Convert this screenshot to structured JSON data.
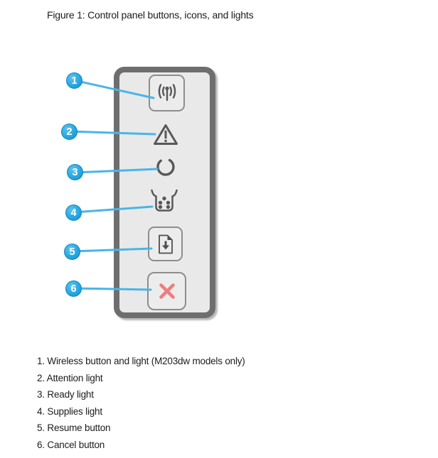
{
  "figure": {
    "title": "Figure 1: Control panel buttons, icons, and lights"
  },
  "callouts": [
    {
      "number": "1",
      "icon": "wireless-icon",
      "target": "wireless-button",
      "legend": "1. Wireless button and light (M203dw models only)"
    },
    {
      "number": "2",
      "icon": "attention-icon",
      "target": "attention-light",
      "legend": "2. Attention light"
    },
    {
      "number": "3",
      "icon": "ready-icon",
      "target": "ready-light",
      "legend": "3. Ready light"
    },
    {
      "number": "4",
      "icon": "supplies-icon",
      "target": "supplies-light",
      "legend": "4. Supplies light"
    },
    {
      "number": "5",
      "icon": "resume-icon",
      "target": "resume-button",
      "legend": "5. Resume button"
    },
    {
      "number": "6",
      "icon": "cancel-icon",
      "target": "cancel-button",
      "legend": "6. Cancel button"
    }
  ],
  "colors": {
    "callout_blue": "#27a8e0",
    "line_blue": "#49b5e8",
    "panel_border": "#6e6e6e",
    "panel_fill": "#e9e9e9",
    "button_border": "#8d8d8d",
    "button_fill": "#ececec",
    "icon_gray": "#58585a",
    "cancel_red": "#ee7d7d",
    "text_dark": "#1c1c1c"
  }
}
